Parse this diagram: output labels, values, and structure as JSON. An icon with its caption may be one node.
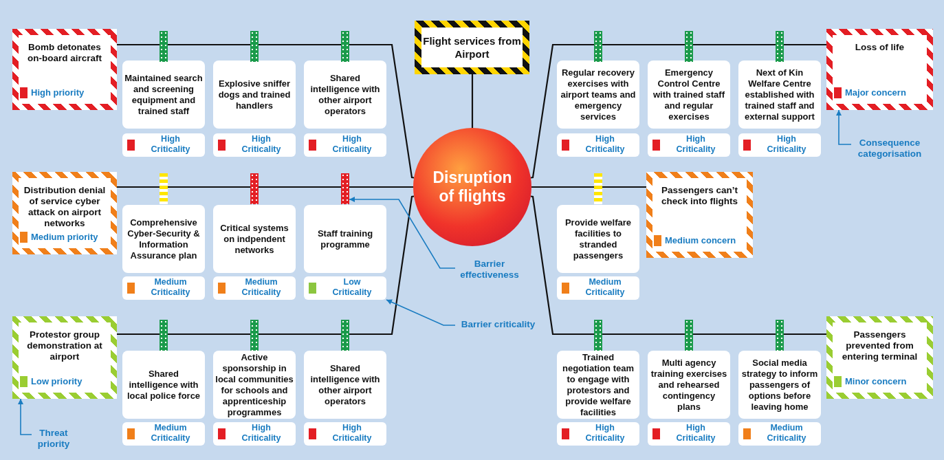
{
  "diagram": {
    "nodes": [
      {
        "text": [
          "Flight services from Airport"
        ]
      },
      {
        "text": [
          "Disruption of flights"
        ]
      },
      {
        "text": [
          "Bomb detonates on-board aircraft",
          "High priority"
        ]
      },
      {
        "text": [
          "Distribution denial of service cyber attack on airport networks",
          "Medium priority"
        ]
      },
      {
        "text": [
          "Protestor group demonstration at airport",
          "Low priority"
        ]
      },
      {
        "text": [
          "Loss of life",
          "Major concern"
        ]
      },
      {
        "text": [
          "Passengers can’t check into flights",
          "Medium concern"
        ]
      },
      {
        "text": [
          "Passengers prevented from entering terminal",
          "Minor concern"
        ]
      },
      {
        "text": [
          "Maintained search and screening equipment and trained staff"
        ]
      },
      {
        "text": [
          "Explosive sniffer dogs and trained handlers"
        ]
      },
      {
        "text": [
          "Shared intelligence with other airport operators"
        ]
      },
      {
        "text": [
          "Comprehensive Cyber-Security & Information Assurance plan"
        ]
      },
      {
        "text": [
          "Critical systems on indpendent networks"
        ]
      },
      {
        "text": [
          "Staff training programme"
        ]
      },
      {
        "text": [
          "Shared intelligence with local police force"
        ]
      },
      {
        "text": [
          "Active sponsorship in local communities for schools and apprenticeship programmes"
        ]
      },
      {
        "text": [
          "Shared intelligence with other airport operators"
        ]
      },
      {
        "text": [
          "Regular recovery exercises with airport teams and emergency services"
        ]
      },
      {
        "text": [
          "Emergency Control Centre with trained staff and regular exercises"
        ]
      },
      {
        "text": [
          "Next of Kin Welfare Centre established with trained staff and external support"
        ]
      },
      {
        "text": [
          "Provide welfare facilities to stranded passengers"
        ]
      },
      {
        "text": [
          "Trained negotiation team to engage with protestors and provide welfare facilities"
        ]
      },
      {
        "text": [
          "Multi agency training exercises and rehearsed contingency plans"
        ]
      },
      {
        "text": [
          "Social media strategy to inform passengers of options before leaving home"
        ]
      },
      {
        "text": [
          "High Criticality"
        ]
      },
      {
        "text": [
          "High Criticality"
        ]
      },
      {
        "text": [
          "High Criticality"
        ]
      },
      {
        "text": [
          "Medium Criticality"
        ]
      },
      {
        "text": [
          "Medium Criticality"
        ]
      },
      {
        "text": [
          "Low Criticality"
        ]
      },
      {
        "text": [
          "Medium Criticality"
        ]
      },
      {
        "text": [
          "High Criticality"
        ]
      },
      {
        "text": [
          "High Criticality"
        ]
      },
      {
        "text": [
          "High Criticality"
        ]
      },
      {
        "text": [
          "High Criticality"
        ]
      },
      {
        "text": [
          "High Criticality"
        ]
      },
      {
        "text": [
          "Medium Criticality"
        ]
      },
      {
        "text": [
          "High Criticality"
        ]
      },
      {
        "text": [
          "High Criticality"
        ]
      },
      {
        "text": [
          "Medium Criticality"
        ]
      },
      {
        "text": [],
        "shape": "bar"
      },
      {
        "text": [],
        "shape": "bar"
      },
      {
        "text": [],
        "shape": "bar"
      },
      {
        "text": [],
        "shape": "bar"
      },
      {
        "text": [],
        "shape": "bar"
      },
      {
        "text": [],
        "shape": "bar"
      },
      {
        "text": [],
        "shape": "bar"
      },
      {
        "text": [],
        "shape": "bar"
      },
      {
        "text": [],
        "shape": "bar"
      },
      {
        "text": [],
        "shape": "bar"
      },
      {
        "text": [],
        "shape": "bar"
      },
      {
        "text": [],
        "shape": "bar"
      },
      {
        "text": [],
        "shape": "bar"
      },
      {
        "text": [],
        "shape": "bar"
      },
      {
        "text": [],
        "shape": "bar"
      },
      {
        "text": [],
        "shape": "bar"
      },
      {
        "text": [
          "Barrier effectiveness"
        ]
      },
      {
        "text": [
          "Barrier criticality"
        ]
      },
      {
        "text": [
          "Consequence categorisation"
        ]
      },
      {
        "text": [
          "Threat priority"
        ]
      }
    ],
    "edges": [
      {
        "from": 0,
        "to": 1,
        "arrow": "none"
      },
      {
        "from": 2,
        "to": 1,
        "arrow": "none"
      },
      {
        "from": 3,
        "to": 1,
        "arrow": "none"
      },
      {
        "from": 4,
        "to": 1,
        "arrow": "none"
      },
      {
        "from": 1,
        "to": 5,
        "arrow": "none"
      },
      {
        "from": 1,
        "to": 6,
        "arrow": "none"
      },
      {
        "from": 1,
        "to": 7,
        "arrow": "none"
      },
      {
        "from": 56,
        "to": 45,
        "arrow": "to",
        "color": "#1a7cc1"
      },
      {
        "from": 57,
        "to": 29,
        "arrow": "to",
        "color": "#1a7cc1"
      },
      {
        "from": 58,
        "to": 5,
        "arrow": "to",
        "color": "#1a7cc1"
      },
      {
        "from": 59,
        "to": 4,
        "arrow": "to",
        "color": "#1a7cc1"
      }
    ]
  }
}
